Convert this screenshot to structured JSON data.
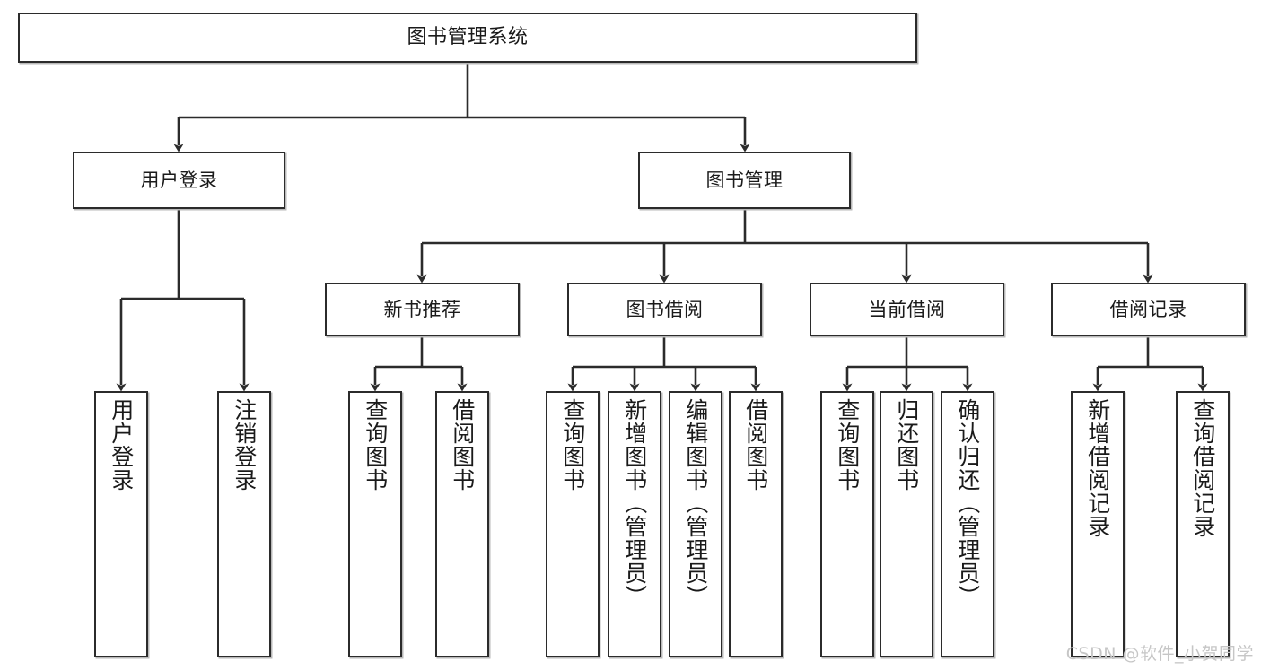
{
  "diagram": {
    "title": "图书管理系统",
    "type": "tree-hierarchy",
    "watermark": "CSDN @软件_小贺同学",
    "colors": {
      "border": "#2b2b2b",
      "background": "#ffffff",
      "text": "#1a1a1a",
      "connector": "#2b2b2b",
      "watermark": "#c6c6c6"
    },
    "nodes": {
      "root": {
        "label": "图书管理系统"
      },
      "level2": [
        {
          "id": "user-login",
          "label": "用户登录"
        },
        {
          "id": "book-manage",
          "label": "图书管理"
        }
      ],
      "level3": [
        {
          "id": "new-book-recommend",
          "label": "新书推荐"
        },
        {
          "id": "book-borrow",
          "label": "图书借阅"
        },
        {
          "id": "current-borrow",
          "label": "当前借阅"
        },
        {
          "id": "borrow-record",
          "label": "借阅记录"
        }
      ],
      "leaves": {
        "user_login": [
          {
            "id": "leaf-user-login",
            "label": "用户登录"
          },
          {
            "id": "leaf-logout-login",
            "label": "注销登录"
          }
        ],
        "new_book_recommend": [
          {
            "id": "leaf-query-book-1",
            "label": "查询图书"
          },
          {
            "id": "leaf-borrow-book-1",
            "label": "借阅图书"
          }
        ],
        "book_borrow": [
          {
            "id": "leaf-query-book-2",
            "label": "查询图书"
          },
          {
            "id": "leaf-add-book",
            "label": "新增图书（管理员）"
          },
          {
            "id": "leaf-edit-book",
            "label": "编辑图书（管理员）"
          },
          {
            "id": "leaf-borrow-book-2",
            "label": "借阅图书"
          }
        ],
        "current_borrow": [
          {
            "id": "leaf-query-book-3",
            "label": "查询图书"
          },
          {
            "id": "leaf-return-book",
            "label": "归还图书"
          },
          {
            "id": "leaf-confirm-return",
            "label": "确认归还（管理员）"
          }
        ],
        "borrow_record": [
          {
            "id": "leaf-add-record",
            "label": "新增借阅记录"
          },
          {
            "id": "leaf-query-record",
            "label": "查询借阅记录"
          }
        ]
      }
    }
  }
}
